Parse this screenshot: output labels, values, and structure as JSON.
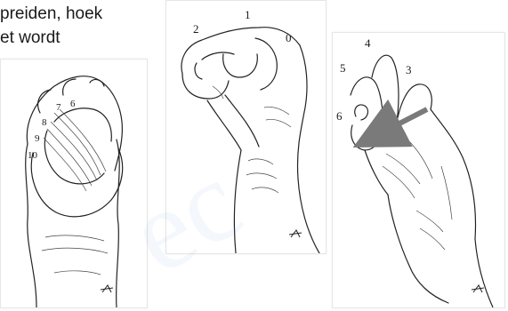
{
  "text_fragment": {
    "line1": "preiden, hoek",
    "line2": "et wordt"
  },
  "panel_left": {
    "numbers": [
      "7",
      "6",
      "8",
      "9",
      "10"
    ]
  },
  "panel_middle": {
    "numbers": [
      "2",
      "1",
      "0"
    ]
  },
  "panel_right": {
    "numbers": [
      "4",
      "5",
      "3",
      "6"
    ]
  },
  "colors": {
    "ink": "#1a1a1a",
    "arrow": "#7a7a7a",
    "panel_border": "#e6e6e6"
  },
  "icons": {
    "illustration_left": "thumb-opposition-palm-view",
    "illustration_middle": "fist-thumb-reach",
    "illustration_right": "thumb-to-finger-opposition",
    "arrow": "arrow-left-icon"
  }
}
